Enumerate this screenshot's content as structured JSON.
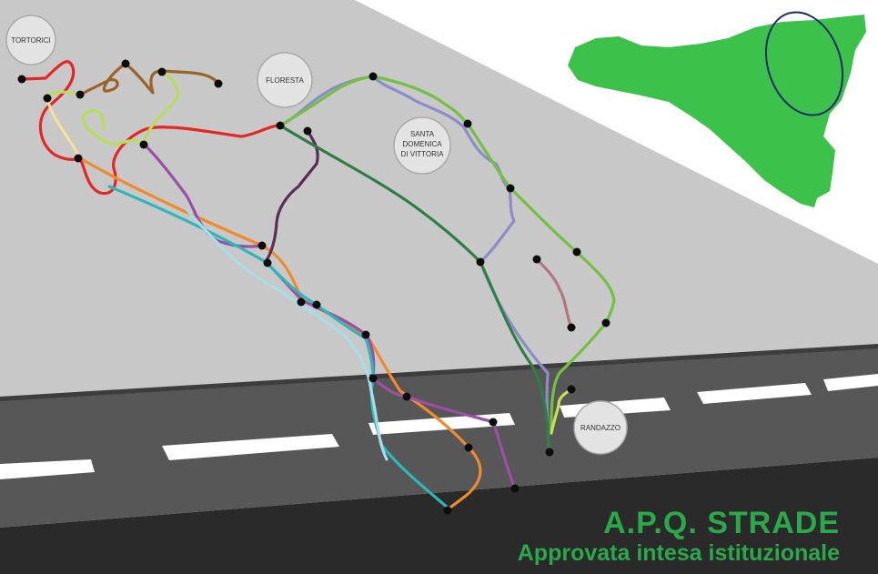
{
  "towns": [
    {
      "id": "tortorici",
      "label_lines": [
        "TORTORICI"
      ]
    },
    {
      "id": "floresta",
      "label_lines": [
        "FLORESTA"
      ]
    },
    {
      "id": "santa-domenica",
      "label_lines": [
        "SANTA",
        "DOMENICA",
        "DI VITTORIA"
      ]
    },
    {
      "id": "randazzo",
      "label_lines": [
        "RANDAZZO"
      ]
    }
  ],
  "headline": {
    "title": "A.P.Q. STRADE",
    "subtitle": "Approvata intesa istituzionale"
  },
  "colors": {
    "headline": "#2aa84a",
    "island": "#3cc24a",
    "highlight_ellipse": "#1f2a6b",
    "road_asphalt": "#575757",
    "background_plane": "#c8c8c8"
  },
  "routes": [
    {
      "name": "red",
      "color": "#e42625"
    },
    {
      "name": "brown",
      "color": "#9a6328"
    },
    {
      "name": "light-green",
      "color": "#b7dd5a"
    },
    {
      "name": "pale-yellow",
      "color": "#f6df9a"
    },
    {
      "name": "orange",
      "color": "#f08a2c"
    },
    {
      "name": "purple",
      "color": "#9b4fa6"
    },
    {
      "name": "dark-purple",
      "color": "#5b2d57"
    },
    {
      "name": "cyan",
      "color": "#2cb8b8"
    },
    {
      "name": "light-cyan",
      "color": "#a8dde6"
    },
    {
      "name": "lavender",
      "color": "#8c8cc9"
    },
    {
      "name": "dark-green",
      "color": "#2f7f45"
    },
    {
      "name": "green",
      "color": "#74c043"
    },
    {
      "name": "mauve",
      "color": "#b3777d"
    },
    {
      "name": "yellow-green",
      "color": "#c8df52"
    }
  ]
}
